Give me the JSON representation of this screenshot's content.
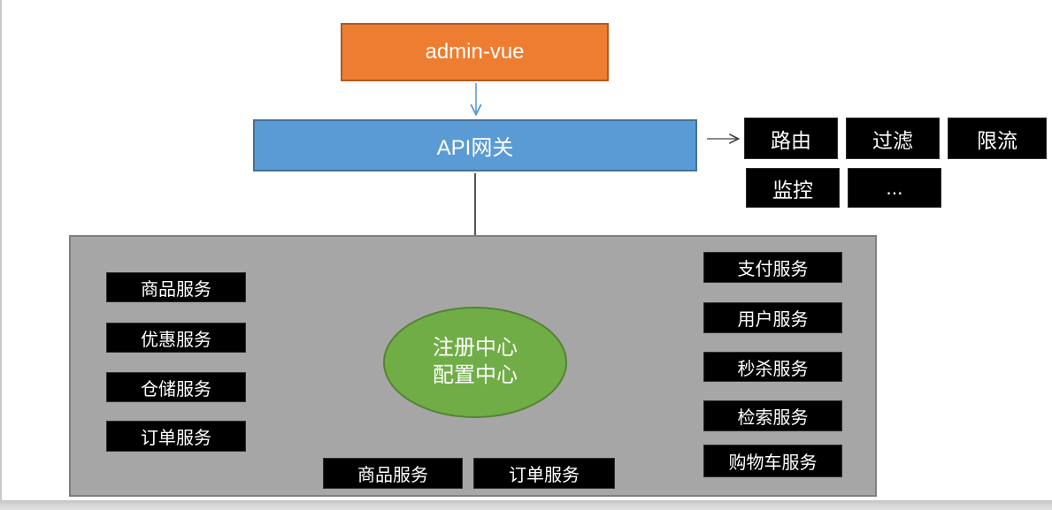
{
  "diagram": {
    "frontend": {
      "label": "admin-vue"
    },
    "gateway": {
      "label": "API网关"
    },
    "gateway_features": [
      "路由",
      "过滤",
      "限流",
      "监控",
      "..."
    ],
    "registry": {
      "line1": "注册中心",
      "line2": "配置中心"
    },
    "left_services": [
      "商品服务",
      "优惠服务",
      "仓储服务",
      "订单服务"
    ],
    "right_services": [
      "支付服务",
      "用户服务",
      "秒杀服务",
      "检索服务",
      "购物车服务"
    ],
    "bottom_services": [
      "商品服务",
      "订单服务"
    ],
    "colors": {
      "frontend_fill": "#ED7D31",
      "frontend_border": "#AE5A21",
      "gateway_fill": "#5B9BD5",
      "gateway_border": "#41719C",
      "registry_fill": "#70AD47",
      "registry_border": "#548235",
      "cluster_fill": "#A6A6A6",
      "cluster_border": "#7F7F7F",
      "service_fill": "#000000",
      "service_text": "#FFFFFF",
      "arrow_dark": "#404040",
      "arrow_black": "#1a1a1a",
      "arrow_blue": "#5B9BD5"
    }
  }
}
